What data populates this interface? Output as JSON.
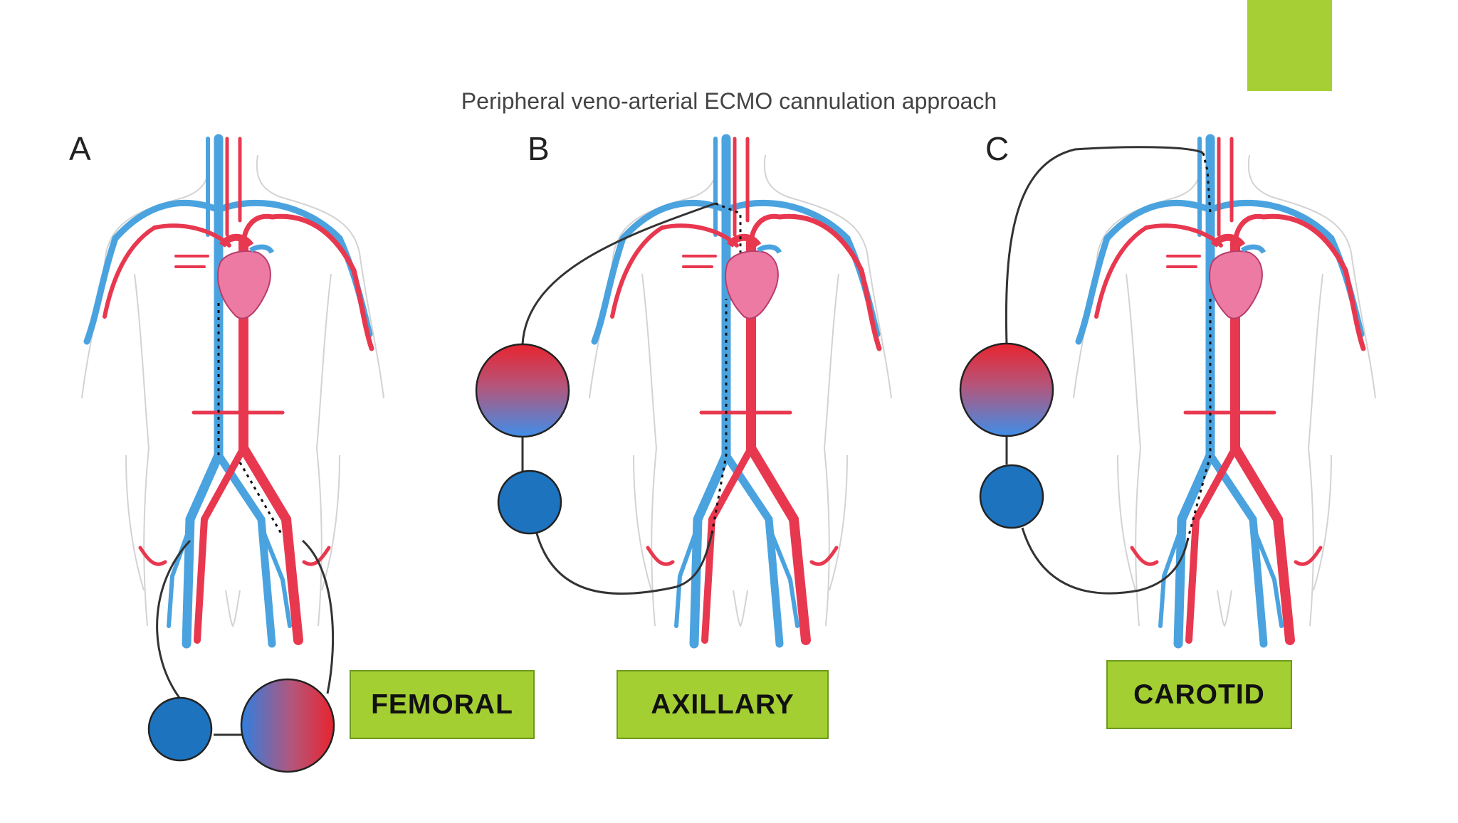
{
  "title": "Peripheral veno-arterial ECMO cannulation approach",
  "panels": [
    {
      "letter": "A",
      "site": "FEMORAL"
    },
    {
      "letter": "B",
      "site": "AXILLARY"
    },
    {
      "letter": "C",
      "site": "CAROTID"
    }
  ],
  "colors": {
    "accent": "#a6cf35",
    "label_bg": "#a4cf32",
    "artery": "#e8384f",
    "vein": "#4aa3df",
    "heart": "#ec7aa3",
    "pump": "#1e73be",
    "outline": "#d3d3d3"
  }
}
